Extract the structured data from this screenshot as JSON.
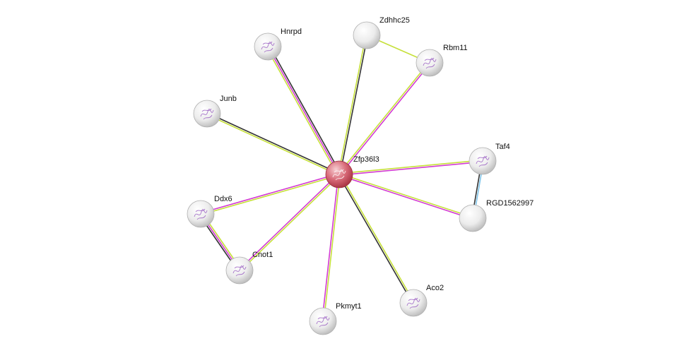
{
  "colors": {
    "node_fill_center": "#ffffff",
    "node_fill_edge": "#c9c9c9",
    "query_fill_center": "#f2b7bd",
    "query_fill_edge": "#c24c5b",
    "structure_glyph": "#9a5fc2",
    "edge_textmining": "#c6e03a",
    "edge_experiments": "#d23ad2",
    "edge_coexpression": "#333333",
    "edge_database": "#7ec3e8"
  },
  "network": {
    "query_node": "Zfp36l3",
    "nodes": [
      {
        "id": "zfp36l3",
        "label": "Zfp36l3",
        "query": true
      },
      {
        "id": "hnrpd",
        "label": "Hnrpd"
      },
      {
        "id": "zdhhc25",
        "label": "Zdhhc25"
      },
      {
        "id": "rbm11",
        "label": "Rbm11"
      },
      {
        "id": "junb",
        "label": "Junb"
      },
      {
        "id": "taf4",
        "label": "Taf4"
      },
      {
        "id": "rgd1562997",
        "label": "RGD1562997"
      },
      {
        "id": "ddx6",
        "label": "Ddx6"
      },
      {
        "id": "cnot1",
        "label": "Cnot1"
      },
      {
        "id": "pkmyt1",
        "label": "Pkmyt1"
      },
      {
        "id": "aco2",
        "label": "Aco2"
      }
    ],
    "edges": [
      {
        "from": "zfp36l3",
        "to": "hnrpd",
        "evidence": [
          "textmining",
          "experiments",
          "coexpression"
        ]
      },
      {
        "from": "zfp36l3",
        "to": "zdhhc25",
        "evidence": [
          "textmining",
          "coexpression"
        ]
      },
      {
        "from": "zfp36l3",
        "to": "rbm11",
        "evidence": [
          "textmining",
          "experiments"
        ]
      },
      {
        "from": "zfp36l3",
        "to": "junb",
        "evidence": [
          "textmining",
          "coexpression"
        ]
      },
      {
        "from": "zfp36l3",
        "to": "taf4",
        "evidence": [
          "textmining",
          "experiments"
        ]
      },
      {
        "from": "zfp36l3",
        "to": "rgd1562997",
        "evidence": [
          "textmining",
          "experiments"
        ]
      },
      {
        "from": "zfp36l3",
        "to": "ddx6",
        "evidence": [
          "textmining",
          "experiments"
        ]
      },
      {
        "from": "zfp36l3",
        "to": "cnot1",
        "evidence": [
          "textmining",
          "experiments"
        ]
      },
      {
        "from": "zfp36l3",
        "to": "pkmyt1",
        "evidence": [
          "textmining",
          "experiments"
        ]
      },
      {
        "from": "zfp36l3",
        "to": "aco2",
        "evidence": [
          "textmining",
          "coexpression"
        ]
      },
      {
        "from": "zdhhc25",
        "to": "rbm11",
        "evidence": [
          "textmining"
        ]
      },
      {
        "from": "taf4",
        "to": "rgd1562997",
        "evidence": [
          "database",
          "coexpression"
        ]
      },
      {
        "from": "ddx6",
        "to": "cnot1",
        "evidence": [
          "textmining",
          "experiments",
          "coexpression"
        ]
      }
    ]
  }
}
